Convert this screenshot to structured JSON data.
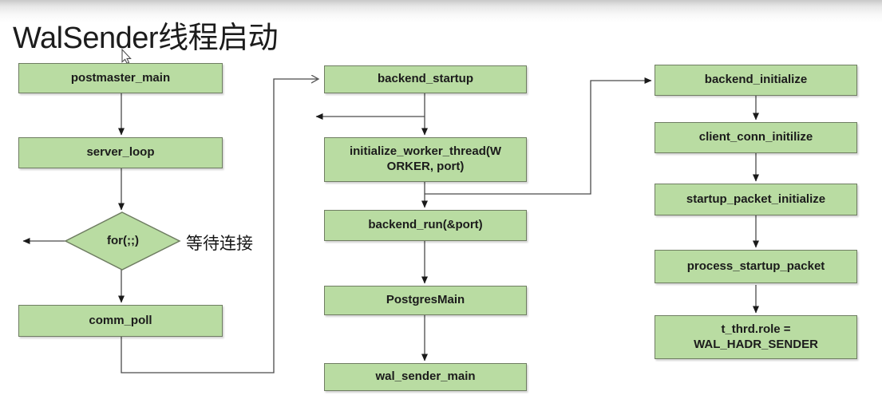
{
  "title": "WalSender线程启动",
  "colors": {
    "node_fill": "#b9dca2",
    "node_border": "#6f7d62",
    "connector": "#4a4a4a",
    "arrowhead": "#1a1a1a"
  },
  "flowchart": {
    "column1": {
      "postmaster_main": "postmaster_main",
      "server_loop": "server_loop",
      "for_loop": "for(;;)",
      "wait_annotation": "等待连接",
      "comm_poll": "comm_poll"
    },
    "column2": {
      "backend_startup": "backend_startup",
      "initialize_worker_thread": "initialize_worker_thread(W\nORKER, port)",
      "backend_run": "backend_run(&port)",
      "postgres_main": "PostgresMain",
      "wal_sender_main": "wal_sender_main"
    },
    "column3": {
      "backend_initialize": "backend_initialize",
      "client_conn_initilize": "client_conn_initilize",
      "startup_packet_initialize": "startup_packet_initialize",
      "process_startup_packet": "process_startup_packet",
      "t_thrd_role": "t_thrd.role =\nWAL_HADR_SENDER"
    }
  }
}
